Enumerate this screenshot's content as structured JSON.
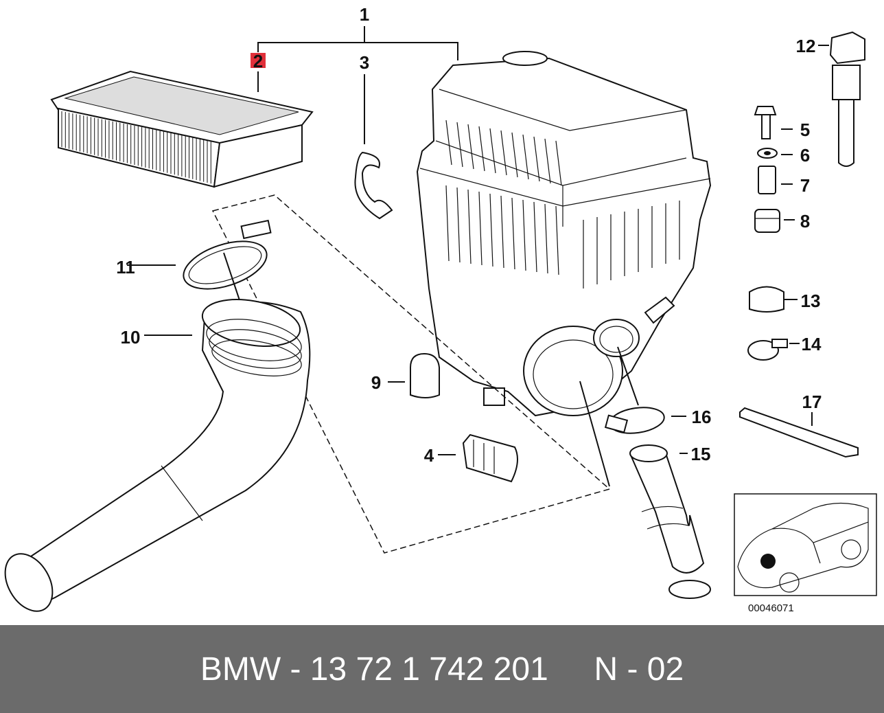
{
  "diagram": {
    "callouts": [
      {
        "id": "1",
        "highlight": false
      },
      {
        "id": "2",
        "highlight": true
      },
      {
        "id": "3",
        "highlight": false
      },
      {
        "id": "4",
        "highlight": false
      },
      {
        "id": "5",
        "highlight": false
      },
      {
        "id": "6",
        "highlight": false
      },
      {
        "id": "7",
        "highlight": false
      },
      {
        "id": "8",
        "highlight": false
      },
      {
        "id": "9",
        "highlight": false
      },
      {
        "id": "10",
        "highlight": false
      },
      {
        "id": "11",
        "highlight": false
      },
      {
        "id": "12",
        "highlight": false
      },
      {
        "id": "13",
        "highlight": false
      },
      {
        "id": "14",
        "highlight": false
      },
      {
        "id": "15",
        "highlight": false
      },
      {
        "id": "16",
        "highlight": false
      },
      {
        "id": "17",
        "highlight": false
      }
    ],
    "highlight_color": "#e0303a",
    "diagram_code": "00046071"
  },
  "footer": {
    "text": "BMW - 13 72 1 742 201     N - 02",
    "background": "#6b6b6b"
  }
}
